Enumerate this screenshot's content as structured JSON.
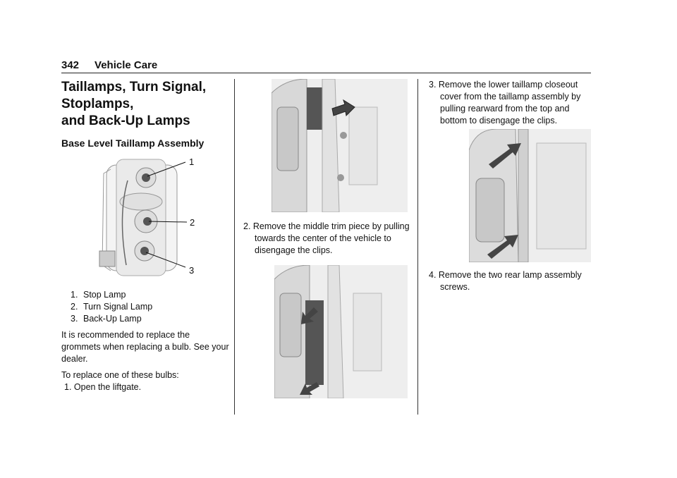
{
  "header": {
    "page_number": "342",
    "section": "Vehicle Care"
  },
  "col1": {
    "title_line1": "Taillamps, Turn Signal, Stoplamps,",
    "title_line2": "and Back-Up Lamps",
    "subtitle": "Base Level Taillamp Assembly",
    "callouts": [
      "1",
      "2",
      "3"
    ],
    "legend": [
      {
        "num": "1.",
        "text": "Stop Lamp"
      },
      {
        "num": "2.",
        "text": "Turn Signal Lamp"
      },
      {
        "num": "3.",
        "text": "Back-Up Lamp"
      }
    ],
    "para1": "It is recommended to replace the grommets when replacing a bulb. See your dealer.",
    "para2": "To replace one of these bulbs:",
    "step1": "1. Open the liftgate."
  },
  "col2": {
    "step2_l1": "2. Remove the middle trim piece by pulling",
    "step2_l2": "towards the center of the vehicle to",
    "step2_l3": "disengage the clips."
  },
  "col3": {
    "step3_l1": "3. Remove the lower taillamp closeout",
    "step3_l2": "cover from the taillamp assembly by",
    "step3_l3": "pulling rearward from the top and",
    "step3_l4": "bottom to disengage the clips.",
    "step4_l1": "4. Remove the two rear lamp assembly",
    "step4_l2": "screws."
  }
}
